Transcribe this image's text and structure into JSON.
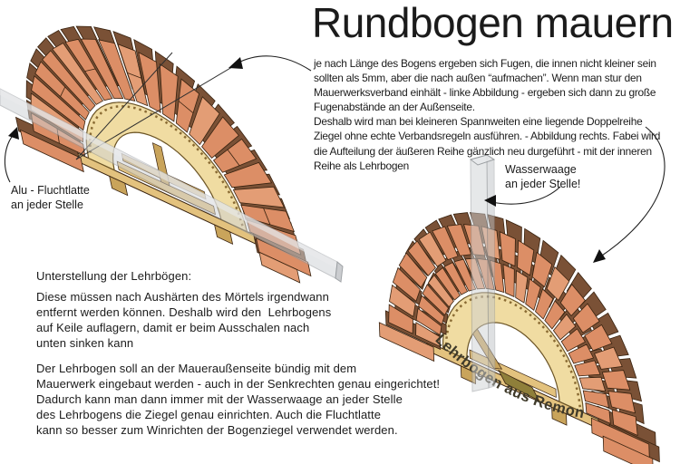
{
  "title": "Rundbogen mauern",
  "intro_text": "je nach Länge des Bogens ergeben sich Fugen, die innen nicht kleiner sein\nsollten als 5mm, aber die nach außen “aufmachen”. Wenn man stur den\nMauerwerksverband einhält - linke Abbildung - ergeben sich dann zu große\nFugenabstände an der Außenseite.\nDeshalb wird man bei kleineren Spannweiten eine liegende Doppelreihe\nZiegel ohne echte Verbandsregeln ausführen. - Abbildung rechts. Fabei wird\ndie Aufteilung der äußeren Reihe gänzlich neu durgeführt - mit der inneren\nReihe als Lehrbogen",
  "labels": {
    "fluchtlatte": "Alu - Fluchtlatte\nan jeder Stelle",
    "wasserwaage": "Wasserwaage\nan jeder Stelle!"
  },
  "section": {
    "heading": "Unterstellung der Lehrbögen:",
    "para1": "Diese müssen nach Aushärten des Mörtels irgendwann\nentfernt werden können. Deshalb wird den  Lehrbogens\nauf Keile auflagern, damit er beim Ausschalen nach\nunten sinken kann",
    "para2": "Der Lehrbogen soll an der Maueraußenseite bündig mit dem\nMauerwerk eingebaut werden - auch in der Senkrechten genau eingerichtet!\nDadurch kann man dann immer mit der Wasserwaage an jeder Stelle\ndes Lehrbogens die Ziegel genau einrichten. Auch die Fluchtlatte\nkann so besser zum Winrichten der Bogenziegel verwendet werden."
  },
  "illustrations": {
    "right": {
      "inscription": "Lehrbogen aus Remonaden"
    }
  },
  "palette": {
    "background": "#ffffff",
    "text": "#1b1b1b",
    "brick_face": "#DC8E66",
    "brick_face2": "#E39D75",
    "brick_dark": "#7A5136",
    "wood_light": "#F0DCA2",
    "wood_mid": "#E3C27E",
    "wood_dark": "#C9A45B",
    "metal": "#CFD2D5",
    "olive": "#8F7F3A",
    "outline": "#38220F",
    "arrow": "#222222"
  }
}
